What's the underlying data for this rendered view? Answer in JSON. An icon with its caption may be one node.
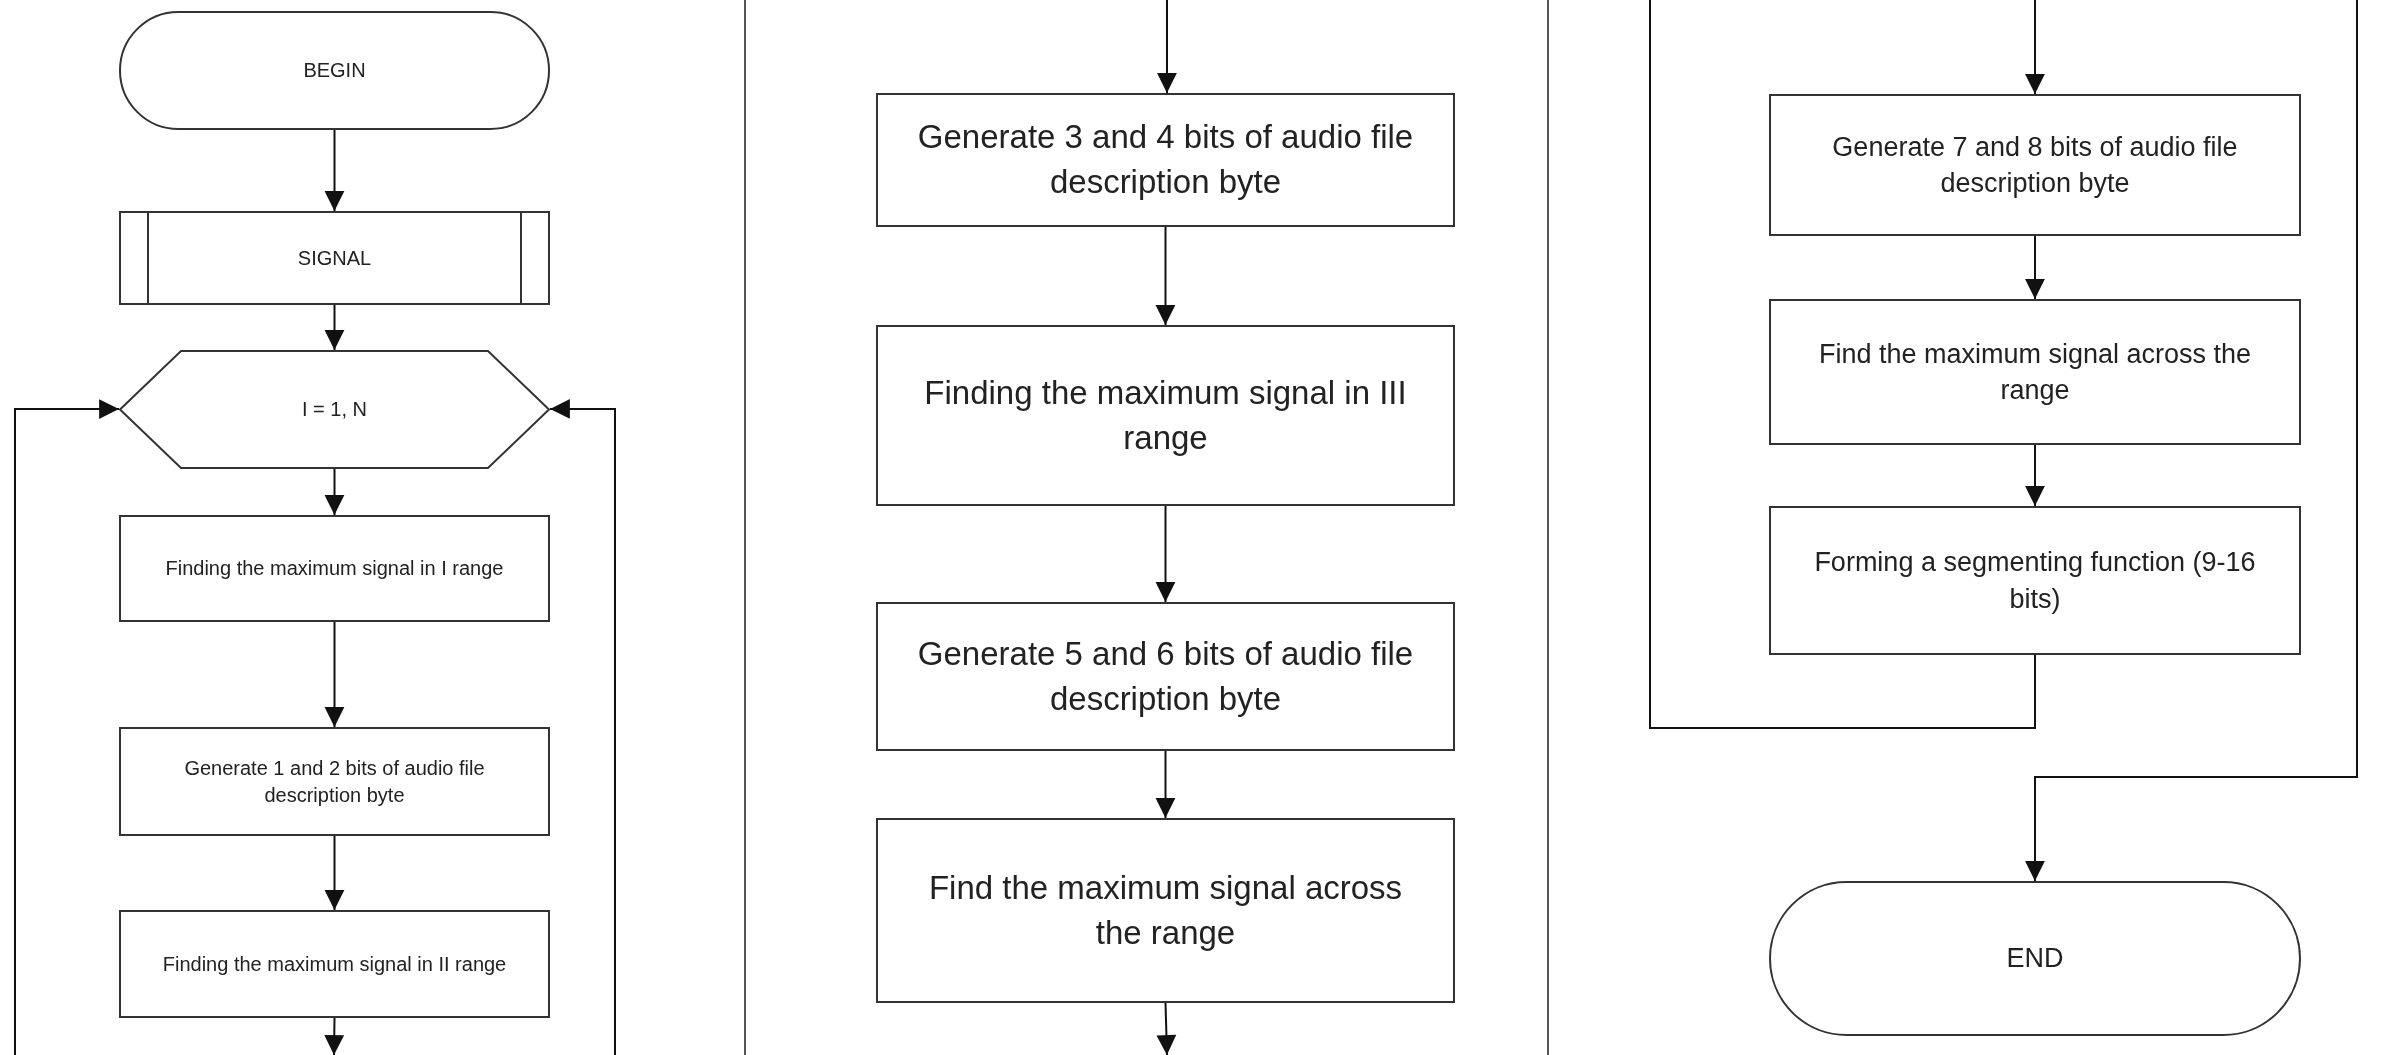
{
  "diagram": {
    "nodes": [
      {
        "text": [
          "BEGIN"
        ]
      },
      {
        "text": [
          "SIGNAL"
        ]
      },
      {
        "text": [
          "I = 1, N"
        ]
      },
      {
        "text": [
          "Finding the maximum signal in I range"
        ]
      },
      {
        "text": [
          "Generate 1 and 2 bits of audio file description byte"
        ]
      },
      {
        "text": [
          "Finding the maximum signal in II range"
        ]
      },
      {
        "text": [
          "Generate 3 and 4 bits of audio file description byte"
        ]
      },
      {
        "text": [
          "Finding the maximum signal in III range"
        ]
      },
      {
        "text": [
          "Generate 5 and 6 bits of audio file description byte"
        ]
      },
      {
        "text": [
          "Find the maximum signal across the range"
        ]
      },
      {
        "text": [
          "Generate 7 and 8 bits of audio file description byte"
        ]
      },
      {
        "text": [
          "Find the maximum signal across the range"
        ]
      },
      {
        "text": [
          "Forming a segmenting function (9-16 bits)"
        ]
      },
      {
        "text": [
          "END"
        ]
      }
    ],
    "edges": [
      {
        "from": 0,
        "to": 1,
        "arrow": "to"
      },
      {
        "from": 1,
        "to": 2,
        "arrow": "to"
      },
      {
        "from": 2,
        "to": 3,
        "arrow": "to"
      },
      {
        "from": 3,
        "to": 4,
        "arrow": "to"
      },
      {
        "from": 4,
        "to": 5,
        "arrow": "to"
      },
      {
        "from": 5,
        "to": null,
        "arrow": "to"
      },
      {
        "from": null,
        "to": 6,
        "arrow": "to"
      },
      {
        "from": 6,
        "to": 7,
        "arrow": "to"
      },
      {
        "from": 7,
        "to": 8,
        "arrow": "to"
      },
      {
        "from": 8,
        "to": 9,
        "arrow": "to"
      },
      {
        "from": 9,
        "to": null,
        "arrow": "to"
      },
      {
        "from": null,
        "to": 10,
        "arrow": "to"
      },
      {
        "from": 10,
        "to": 11,
        "arrow": "to"
      },
      {
        "from": 11,
        "to": 12,
        "arrow": "to"
      },
      {
        "from": 12,
        "to": null,
        "arrow": "none"
      },
      {
        "from": null,
        "to": 13,
        "arrow": "to"
      },
      {
        "from": null,
        "to": 2,
        "arrow": "to"
      },
      {
        "from": null,
        "to": 2,
        "arrow": "to"
      }
    ]
  }
}
